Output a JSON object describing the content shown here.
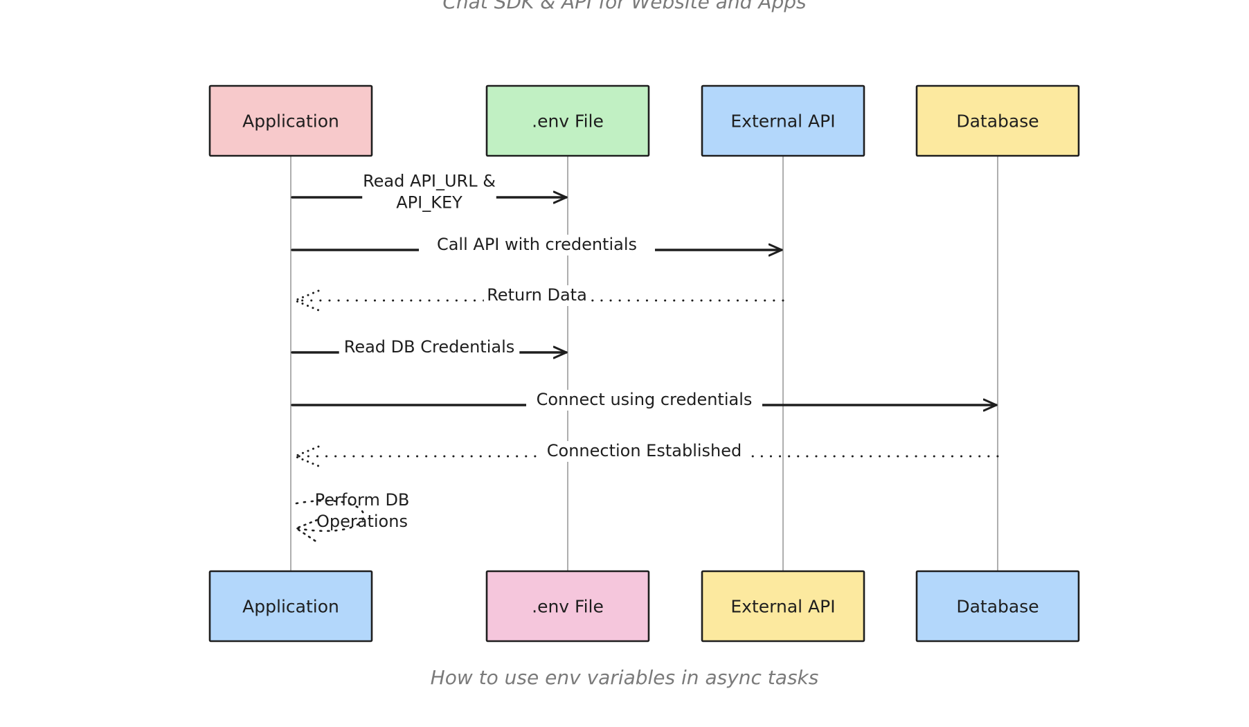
{
  "captions": {
    "top": "Chat SDK & API for Website and Apps",
    "bottom": "How to use env variables in async tasks"
  },
  "participants": [
    {
      "id": "app",
      "label": "Application",
      "top_color": "#f7c9cb",
      "bottom_color": "#b3d7fb"
    },
    {
      "id": "env",
      "label": ".env File",
      "top_color": "#c1f0c3",
      "bottom_color": "#f5c6dc"
    },
    {
      "id": "api",
      "label": "External API",
      "top_color": "#b3d7fb",
      "bottom_color": "#fce99f"
    },
    {
      "id": "db",
      "label": "Database",
      "top_color": "#fce99f",
      "bottom_color": "#b3d7fb"
    }
  ],
  "messages": [
    {
      "from": "app",
      "to": "env",
      "kind": "solid",
      "lines": [
        "Read API_URL &",
        "API_KEY"
      ]
    },
    {
      "from": "app",
      "to": "api",
      "kind": "solid",
      "lines": [
        "Call API with credentials"
      ]
    },
    {
      "from": "api",
      "to": "app",
      "kind": "dotted",
      "lines": [
        "Return Data"
      ]
    },
    {
      "from": "app",
      "to": "env",
      "kind": "solid",
      "lines": [
        "Read DB Credentials"
      ]
    },
    {
      "from": "app",
      "to": "db",
      "kind": "solid",
      "lines": [
        "Connect using credentials"
      ]
    },
    {
      "from": "db",
      "to": "app",
      "kind": "dotted",
      "lines": [
        "Connection Established"
      ]
    },
    {
      "from": "app",
      "to": "app",
      "kind": "self",
      "lines": [
        "Perform DB",
        "Operations"
      ]
    }
  ],
  "colors": {
    "stroke": "#1e1e1e",
    "lifeline": "#9a9a9a"
  }
}
